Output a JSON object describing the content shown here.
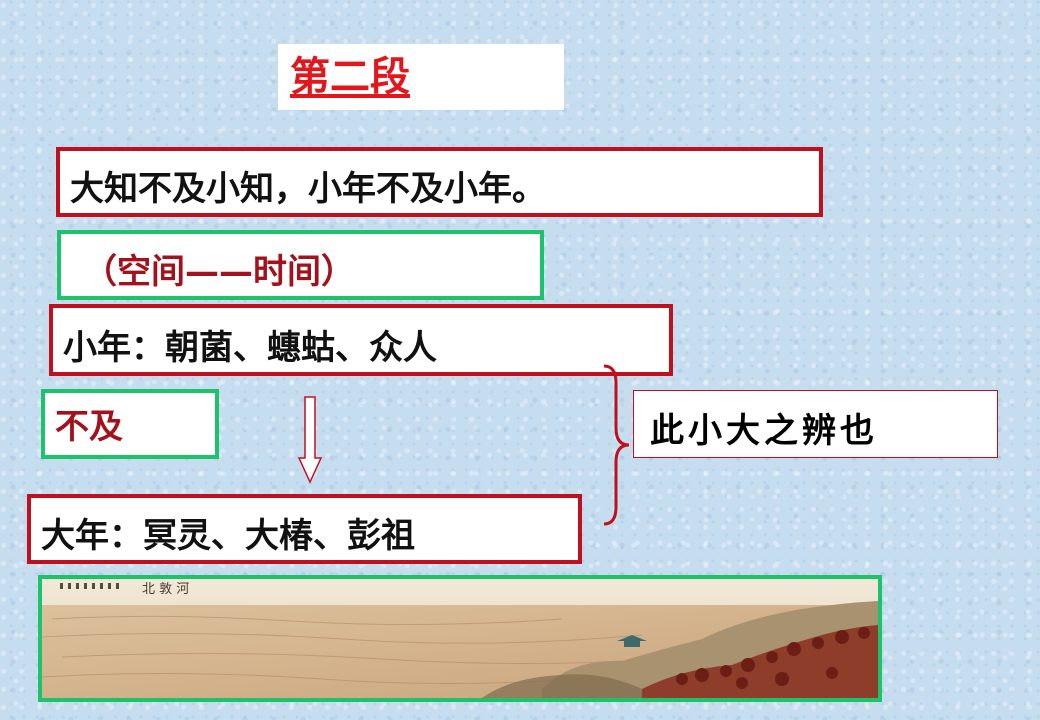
{
  "slide": {
    "title": "第二段",
    "line1": "大知不及小知，小年不及小年。",
    "line2": "（空间——时间）",
    "line3": "小年：朝菌、蟪蛄、众人",
    "line4": "不及",
    "line5": "大年：冥灵、大椿、彭祖",
    "conclusion": "此小大之辨也"
  },
  "painting": {
    "inscription": "北 敦 河",
    "icon": "landscape-painting"
  },
  "colors": {
    "title_red": "#e3161c",
    "box_red": "#c0101e",
    "box_green": "#1bc46a",
    "dark_red_text": "#a3121c",
    "background": "#c6dcef"
  }
}
